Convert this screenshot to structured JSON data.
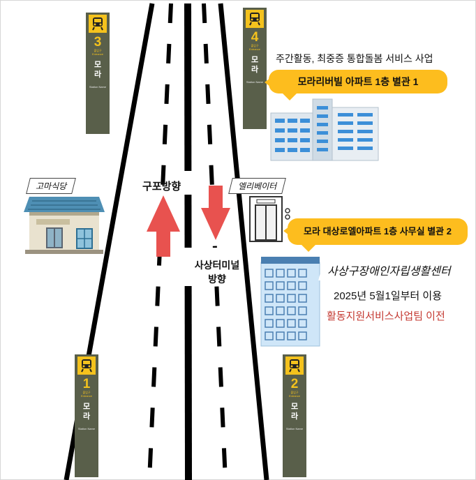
{
  "exits": [
    {
      "number": "3",
      "name": "모라",
      "entrance_label": "출입구",
      "entrance_en": "Entrance",
      "station_label": "Station Name"
    },
    {
      "number": "4",
      "name": "모라",
      "entrance_label": "출입구",
      "entrance_en": "Entrance",
      "station_label": "Station Name"
    },
    {
      "number": "1",
      "name": "모라",
      "entrance_label": "출입구",
      "entrance_en": "Entrance",
      "station_label": "Station Name"
    },
    {
      "number": "2",
      "name": "모라",
      "entrance_label": "출입구",
      "entrance_en": "Entrance",
      "station_label": "Station Name"
    }
  ],
  "labels": {
    "restaurant": "고마식당",
    "elevator": "엘리베이터",
    "direction_up": "구포방향",
    "direction_down_line1": "사상터미널",
    "direction_down_line2": "방향",
    "services_top": "주간활동, 최중증 통합돌봄 서비스 사업",
    "callout_1": "모라리버빌 아파트 1층 별관 1",
    "callout_2": "모라 대상로엘아파트 1층 사무실  별관 2",
    "center_name": "사상구장애인자립생활센터",
    "from_date": "2025년 5월1일부터 이용",
    "relocation": "활동지원서비스사업팀 이전"
  },
  "colors": {
    "exit_bg": "#595f4a",
    "exit_accent": "#f4c21d",
    "callout": "#fdbd1e",
    "arrow": "#e8524f",
    "relocation_text": "#c43a32"
  },
  "icons": [
    "train-icon",
    "house-icon",
    "elevator-icon",
    "apartment-building-icon",
    "office-building-icon",
    "arrow-up-icon",
    "arrow-down-icon"
  ]
}
